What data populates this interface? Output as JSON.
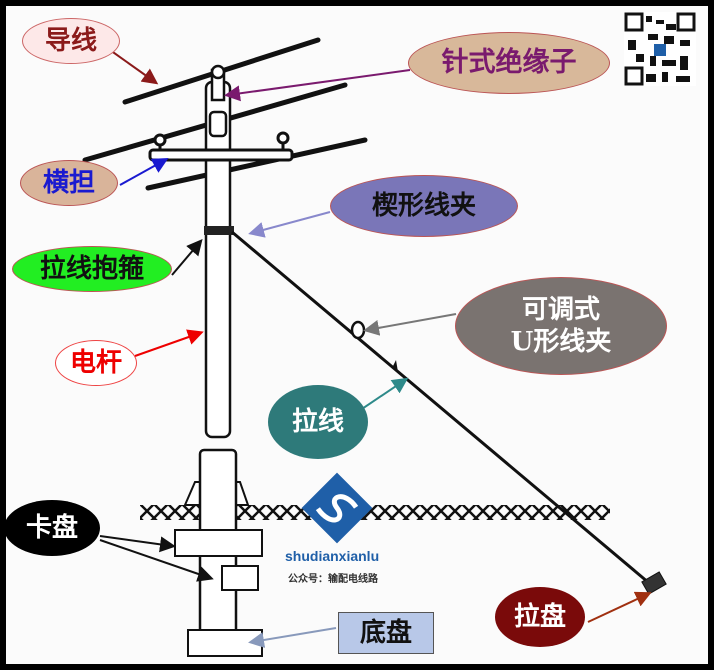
{
  "labels": {
    "conductor": "导线",
    "pin_insulator": "针式绝缘子",
    "crossarm": "横担",
    "wedge_clamp": "楔形线夹",
    "guy_hoop": "拉线抱箍",
    "ut_clamp_line1": "可调式",
    "ut_clamp_line2": "U形线夹",
    "pole": "电杆",
    "guy_wire": "拉线",
    "chuck": "卡盘",
    "base_plate": "底盘",
    "anchor_plate": "拉盘"
  },
  "watermark": {
    "brand": "shudianxianlu",
    "account": "公众号：输配电线路"
  },
  "colors": {
    "conductor": "#8b1a1a",
    "pin_insulator": "#7a1a6e",
    "crossarm": "#1a1ad0",
    "guy_hoop_bg": "#22ee22",
    "ut_clamp_bg": "#7a7370",
    "guy_wire_bg": "#2e7a7a",
    "anchor_bg": "#7a0a0a",
    "logo": "#1f5fa8"
  }
}
